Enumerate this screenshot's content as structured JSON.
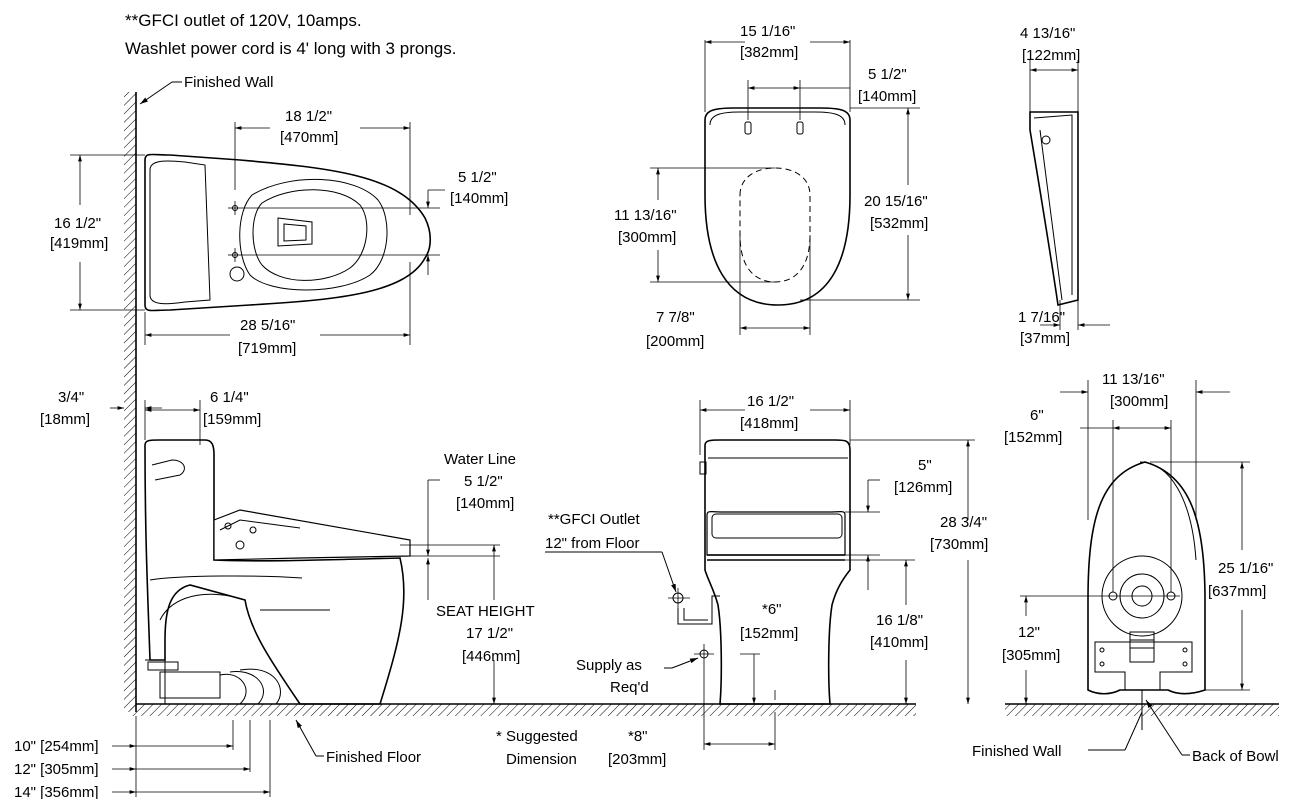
{
  "notes": {
    "line1": "**GFCI outlet of 120V, 10amps.",
    "line2": "Washlet power cord is 4' long with 3 prongs."
  },
  "top_view": {
    "finished_wall": "Finished Wall",
    "bolt_span": {
      "in": "18 1/2\"",
      "mm": "[470mm]"
    },
    "depth": {
      "in": "16 1/2\"",
      "mm": "[419mm]"
    },
    "bolt_spacing": {
      "in": "5 1/2\"",
      "mm": "[140mm]"
    },
    "length": {
      "in": "28 5/16\"",
      "mm": "[719mm]"
    }
  },
  "seat_top": {
    "width": {
      "in": "15 1/16\"",
      "mm": "[382mm]"
    },
    "hinge": {
      "in": "5 1/2\"",
      "mm": "[140mm]"
    },
    "opening": {
      "in": "11 13/16\"",
      "mm": "[300mm]"
    },
    "length": {
      "in": "20 15/16\"",
      "mm": "[532mm]"
    },
    "opening_width": {
      "in": "7 7/8\"",
      "mm": "[200mm]"
    }
  },
  "seat_side": {
    "top": {
      "in": "4 13/16\"",
      "mm": "[122mm]"
    },
    "bottom": {
      "in": "1 7/16\"",
      "mm": "[37mm]"
    }
  },
  "side_view": {
    "wall_gap": {
      "in": "3/4\"",
      "mm": "[18mm]"
    },
    "tank": {
      "in": "6 1/4\"",
      "mm": "[159mm]"
    },
    "water_line": "Water Line",
    "water": {
      "in": "5 1/2\"",
      "mm": "[140mm]"
    },
    "seat_height_label": "SEAT HEIGHT",
    "seat_height": {
      "in": "17 1/2\"",
      "mm": "[446mm]"
    },
    "rough10": "10\" [254mm]",
    "rough12": "12\" [305mm]",
    "rough14": "14\" [356mm]",
    "finished_floor": "Finished Floor"
  },
  "front_view": {
    "width": {
      "in": "16 1/2\"",
      "mm": "[418mm]"
    },
    "gfci1": "**GFCI Outlet",
    "gfci2": "12\" from Floor",
    "lid": {
      "in": "5\"",
      "mm": "[126mm]"
    },
    "height": {
      "in": "28 3/4\"",
      "mm": "[730mm]"
    },
    "center": {
      "in": "*6\"",
      "mm": "[152mm]"
    },
    "seat_floor": {
      "in": "16 1/8\"",
      "mm": "[410mm]"
    },
    "supply1": "Supply as",
    "supply2": "Req'd",
    "suggested1": "* Suggested",
    "suggested2": "Dimension",
    "spacing": {
      "in": "*8\"",
      "mm": "[203mm]"
    }
  },
  "back_view": {
    "width": {
      "in": "11 13/16\"",
      "mm": "[300mm]"
    },
    "inner": {
      "in": "6\"",
      "mm": "[152mm]"
    },
    "height": {
      "in": "25 1/16\"",
      "mm": "[637mm]"
    },
    "outlet": {
      "in": "12\"",
      "mm": "[305mm]"
    },
    "finished_wall": "Finished Wall",
    "back_of_bowl": "Back of Bowl"
  }
}
